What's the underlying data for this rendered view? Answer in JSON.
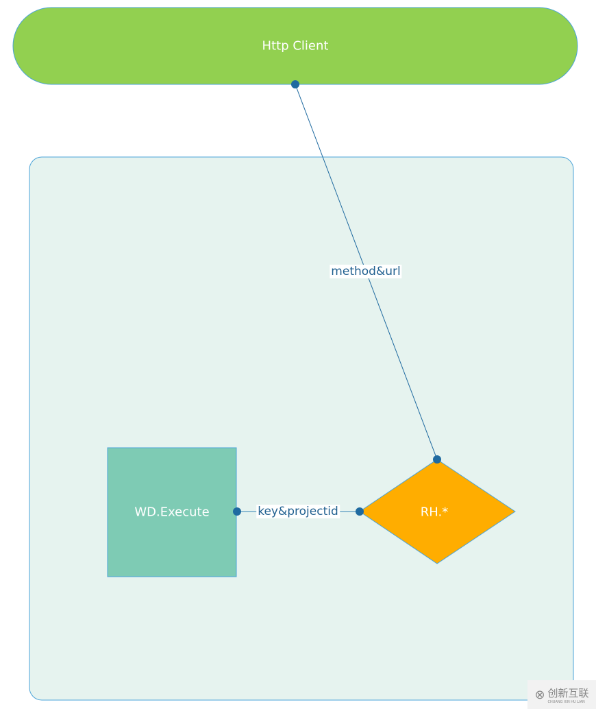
{
  "nodes": {
    "http_client": "Http  Client",
    "wd_execute": "WD.Execute",
    "rh": "RH.*"
  },
  "edges": {
    "method_url": "method&url",
    "key_projectid": "key&projectid"
  },
  "watermark": {
    "text": "创新互联",
    "sub": "CHUANG XIN HU LIAN"
  },
  "colors": {
    "green": "#92d050",
    "teal": "#7ecbb4",
    "orange": "#ffad00",
    "container": "#e6f3ef",
    "line": "#1f6aa0"
  }
}
